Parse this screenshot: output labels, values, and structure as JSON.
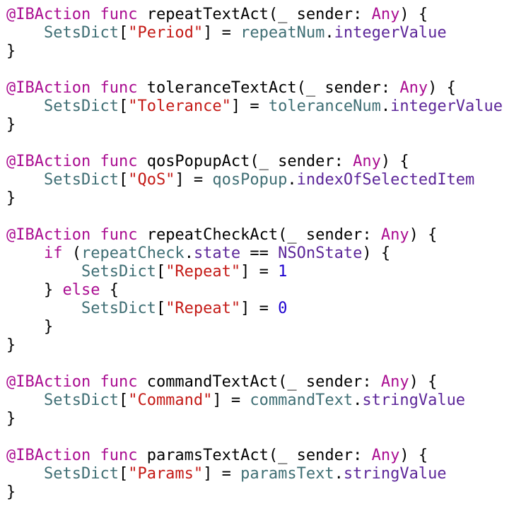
{
  "colors": {
    "plain": "#000000",
    "keyword": "#aa0d91",
    "project": "#3f6e74",
    "string": "#c41a16",
    "system": "#5c2699",
    "number": "#1c00cf"
  },
  "lines": [
    [
      [
        "@IBAction",
        "keyword"
      ],
      [
        " ",
        "plain"
      ],
      [
        "func",
        "keyword"
      ],
      [
        " repeatTextAct(_ sender: ",
        "plain"
      ],
      [
        "Any",
        "keyword"
      ],
      [
        ") {",
        "plain"
      ]
    ],
    [
      [
        "    ",
        "plain"
      ],
      [
        "SetsDict",
        "project"
      ],
      [
        "[",
        "plain"
      ],
      [
        "\"Period\"",
        "string"
      ],
      [
        "] = ",
        "plain"
      ],
      [
        "repeatNum",
        "project"
      ],
      [
        ".",
        "plain"
      ],
      [
        "integerValue",
        "system"
      ]
    ],
    [
      [
        "}",
        "plain"
      ]
    ],
    [],
    [
      [
        "@IBAction",
        "keyword"
      ],
      [
        " ",
        "plain"
      ],
      [
        "func",
        "keyword"
      ],
      [
        " toleranceTextAct(_ sender: ",
        "plain"
      ],
      [
        "Any",
        "keyword"
      ],
      [
        ") {",
        "plain"
      ]
    ],
    [
      [
        "    ",
        "plain"
      ],
      [
        "SetsDict",
        "project"
      ],
      [
        "[",
        "plain"
      ],
      [
        "\"Tolerance\"",
        "string"
      ],
      [
        "] = ",
        "plain"
      ],
      [
        "toleranceNum",
        "project"
      ],
      [
        ".",
        "plain"
      ],
      [
        "integerValue",
        "system"
      ]
    ],
    [
      [
        "}",
        "plain"
      ]
    ],
    [],
    [
      [
        "@IBAction",
        "keyword"
      ],
      [
        " ",
        "plain"
      ],
      [
        "func",
        "keyword"
      ],
      [
        " qosPopupAct(_ sender: ",
        "plain"
      ],
      [
        "Any",
        "keyword"
      ],
      [
        ") {",
        "plain"
      ]
    ],
    [
      [
        "    ",
        "plain"
      ],
      [
        "SetsDict",
        "project"
      ],
      [
        "[",
        "plain"
      ],
      [
        "\"QoS\"",
        "string"
      ],
      [
        "] = ",
        "plain"
      ],
      [
        "qosPopup",
        "project"
      ],
      [
        ".",
        "plain"
      ],
      [
        "indexOfSelectedItem",
        "system"
      ]
    ],
    [
      [
        "}",
        "plain"
      ]
    ],
    [],
    [
      [
        "@IBAction",
        "keyword"
      ],
      [
        " ",
        "plain"
      ],
      [
        "func",
        "keyword"
      ],
      [
        " repeatCheckAct(_ sender: ",
        "plain"
      ],
      [
        "Any",
        "keyword"
      ],
      [
        ") {",
        "plain"
      ]
    ],
    [
      [
        "    ",
        "plain"
      ],
      [
        "if",
        "keyword"
      ],
      [
        " (",
        "plain"
      ],
      [
        "repeatCheck",
        "project"
      ],
      [
        ".",
        "plain"
      ],
      [
        "state",
        "system"
      ],
      [
        " == ",
        "plain"
      ],
      [
        "NSOnState",
        "system"
      ],
      [
        ") {",
        "plain"
      ]
    ],
    [
      [
        "        ",
        "plain"
      ],
      [
        "SetsDict",
        "project"
      ],
      [
        "[",
        "plain"
      ],
      [
        "\"Repeat\"",
        "string"
      ],
      [
        "] = ",
        "plain"
      ],
      [
        "1",
        "number"
      ]
    ],
    [
      [
        "    } ",
        "plain"
      ],
      [
        "else",
        "keyword"
      ],
      [
        " {",
        "plain"
      ]
    ],
    [
      [
        "        ",
        "plain"
      ],
      [
        "SetsDict",
        "project"
      ],
      [
        "[",
        "plain"
      ],
      [
        "\"Repeat\"",
        "string"
      ],
      [
        "] = ",
        "plain"
      ],
      [
        "0",
        "number"
      ]
    ],
    [
      [
        "    }",
        "plain"
      ]
    ],
    [
      [
        "}",
        "plain"
      ]
    ],
    [],
    [
      [
        "@IBAction",
        "keyword"
      ],
      [
        " ",
        "plain"
      ],
      [
        "func",
        "keyword"
      ],
      [
        " commandTextAct(_ sender: ",
        "plain"
      ],
      [
        "Any",
        "keyword"
      ],
      [
        ") {",
        "plain"
      ]
    ],
    [
      [
        "    ",
        "plain"
      ],
      [
        "SetsDict",
        "project"
      ],
      [
        "[",
        "plain"
      ],
      [
        "\"Command\"",
        "string"
      ],
      [
        "] = ",
        "plain"
      ],
      [
        "commandText",
        "project"
      ],
      [
        ".",
        "plain"
      ],
      [
        "stringValue",
        "system"
      ]
    ],
    [
      [
        "}",
        "plain"
      ]
    ],
    [],
    [
      [
        "@IBAction",
        "keyword"
      ],
      [
        " ",
        "plain"
      ],
      [
        "func",
        "keyword"
      ],
      [
        " paramsTextAct(_ sender: ",
        "plain"
      ],
      [
        "Any",
        "keyword"
      ],
      [
        ") {",
        "plain"
      ]
    ],
    [
      [
        "    ",
        "plain"
      ],
      [
        "SetsDict",
        "project"
      ],
      [
        "[",
        "plain"
      ],
      [
        "\"Params\"",
        "string"
      ],
      [
        "] = ",
        "plain"
      ],
      [
        "paramsText",
        "project"
      ],
      [
        ".",
        "plain"
      ],
      [
        "stringValue",
        "system"
      ]
    ],
    [
      [
        "}",
        "plain"
      ]
    ]
  ]
}
